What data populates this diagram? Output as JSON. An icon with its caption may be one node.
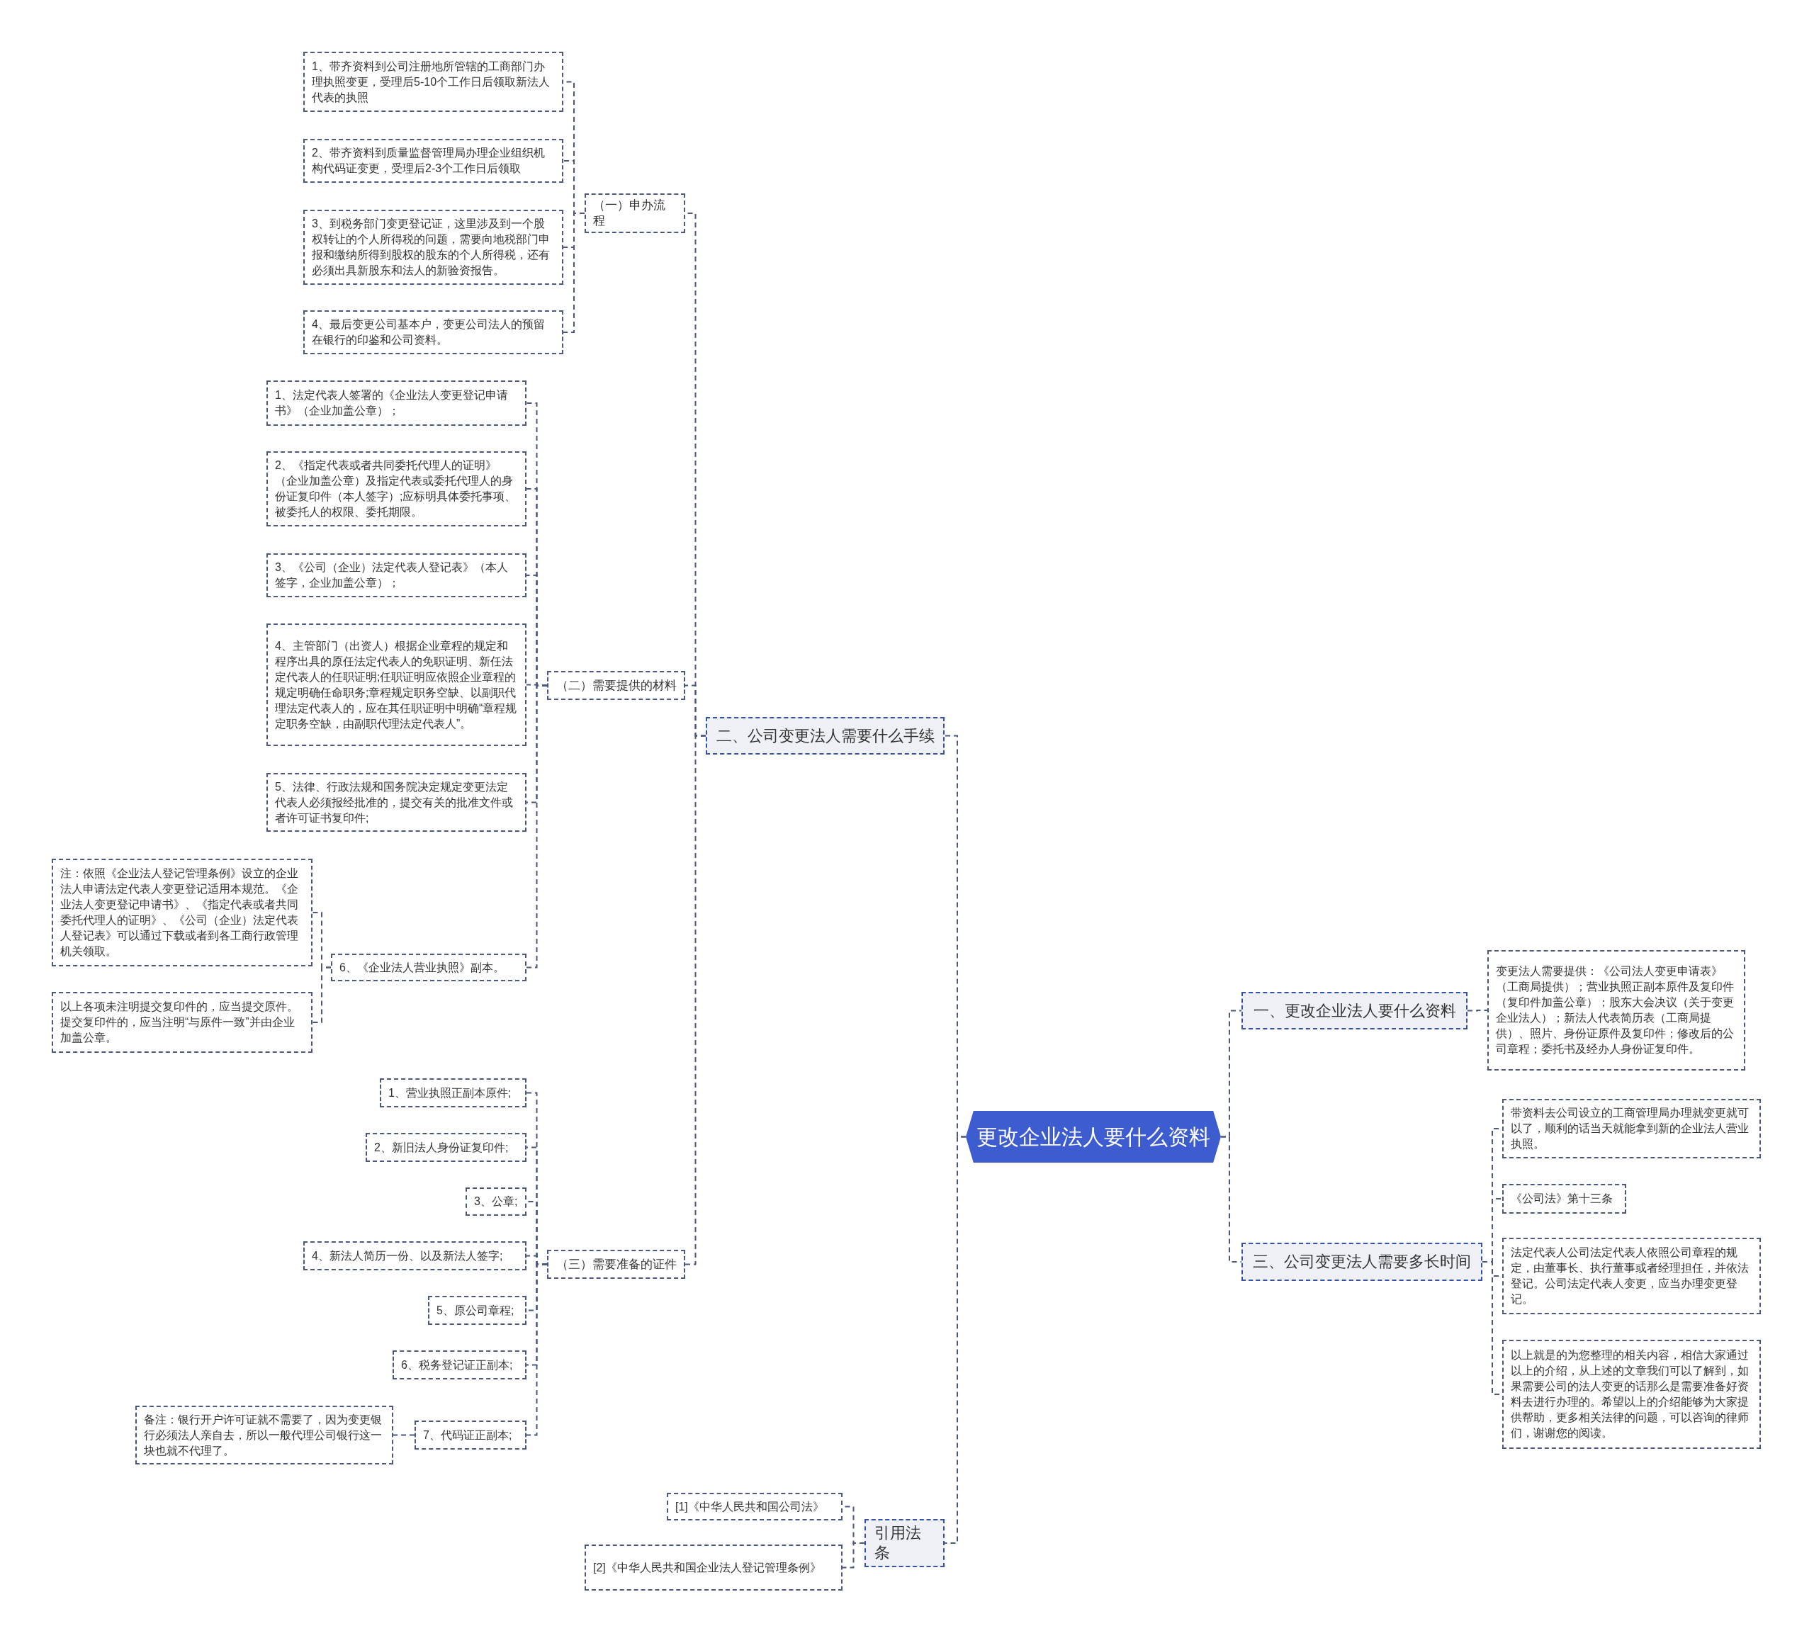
{
  "diagram": {
    "nodes": [
      {
        "text": [
          "更改企业法人要什么资料"
        ]
      },
      {
        "text": [
          "二、公司变更法人需要什么手续"
        ]
      },
      {
        "text": [
          "（一）申办流程"
        ]
      },
      {
        "text": [
          "1、带齐资料到公司注册地所管辖的工商部门办理执照变更，受理后5-10个工作日后领取新法人代表的执照"
        ]
      },
      {
        "text": [
          "2、带齐资料到质量监督管理局办理企业组织机构代码证变更，受理后2-3个工作日后领取"
        ]
      },
      {
        "text": [
          "3、到税务部门变更登记证，这里涉及到一个股权转让的个人所得税的问题，需要向地税部门申报和缴纳所得到股权的股东的个人所得税，还有必须出具新股东和法人的新验资报告。"
        ]
      },
      {
        "text": [
          "4、最后变更公司基本户，变更公司法人的预留在银行的印鉴和公司资料。"
        ]
      },
      {
        "text": [
          "（二）需要提供的材料"
        ]
      },
      {
        "text": [
          "1、法定代表人签署的《企业法人变更登记申请书》（企业加盖公章）；"
        ]
      },
      {
        "text": [
          "2、《指定代表或者共同委托代理人的证明》（企业加盖公章）及指定代表或委托代理人的身份证复印件（本人签字）;应标明具体委托事项、被委托人的权限、委托期限。"
        ]
      },
      {
        "text": [
          "3、《公司（企业）法定代表人登记表》（本人签字，企业加盖公章）；"
        ]
      },
      {
        "text": [
          "4、主管部门（出资人）根据企业章程的规定和程序出具的原任法定代表人的免职证明、新任法定代表人的任职证明;任职证明应依照企业章程的规定明确任命职务;章程规定职务空缺、以副职代理法定代表人的，应在其任职证明中明确“章程规定职务空缺，由副职代理法定代表人”。"
        ]
      },
      {
        "text": [
          "5、法律、行政法规和国务院决定规定变更法定代表人必须报经批准的，提交有关的批准文件或者许可证书复印件;"
        ]
      },
      {
        "text": [
          "6、《企业法人营业执照》副本。"
        ]
      },
      {
        "text": [
          "注：依照《企业法人登记管理条例》设立的企业法人申请法定代表人变更登记适用本规范。《企业法人变更登记申请书》、《指定代表或者共同委托代理人的证明》、《公司（企业）法定代表人登记表》可以通过下载或者到各工商行政管理机关领取。"
        ]
      },
      {
        "text": [
          "以上各项未注明提交复印件的，应当提交原件。提交复印件的，应当注明“与原件一致”并由企业加盖公章。"
        ]
      },
      {
        "text": [
          "（三）需要准备的证件"
        ]
      },
      {
        "text": [
          "1、营业执照正副本原件;"
        ]
      },
      {
        "text": [
          "2、新旧法人身份证复印件;"
        ]
      },
      {
        "text": [
          "3、公章;"
        ]
      },
      {
        "text": [
          "4、新法人简历一份、以及新法人签字;"
        ]
      },
      {
        "text": [
          "5、原公司章程;"
        ]
      },
      {
        "text": [
          "6、税务登记证正副本;"
        ]
      },
      {
        "text": [
          "7、代码证正副本;"
        ]
      },
      {
        "text": [
          "备注：银行开户许可证就不需要了，因为变更银行必须法人亲自去，所以一般代理公司银行这一块也就不代理了。"
        ]
      },
      {
        "text": [
          "引用法条"
        ]
      },
      {
        "text": [
          "[1]《中华人民共和国公司法》"
        ]
      },
      {
        "text": [
          "[2]《中华人民共和国企业法人登记管理条例》"
        ]
      },
      {
        "text": [
          "一、更改企业法人要什么资料"
        ]
      },
      {
        "text": [
          "变更法人需要提供：《公司法人变更申请表》（工商局提供）；营业执照正副本原件及复印件（复印件加盖公章）；股东大会决议（关于变更企业法人）；新法人代表简历表（工商局提供）、照片、身份证原件及复印件；修改后的公司章程；委托书及经办人身份证复印件。"
        ]
      },
      {
        "text": [
          "三、公司变更法人需要多长时间"
        ]
      },
      {
        "text": [
          "带资料去公司设立的工商管理局办理就变更就可以了，顺利的话当天就能拿到新的企业法人营业执照。"
        ]
      },
      {
        "text": [
          "《公司法》第十三条"
        ]
      },
      {
        "text": [
          "法定代表人公司法定代表人依照公司章程的规定，由董事长、执行董事或者经理担任，并依法登记。公司法定代表人变更，应当办理变更登记。"
        ]
      },
      {
        "text": [
          "以上就是的为您整理的相关内容，相信大家通过以上的介绍，从上述的文章我们可以了解到，如果需要公司的法人变更的话那么是需要准备好资料去进行办理的。希望以上的介绍能够为大家提供帮助，更多相关法律的问题，可以咨询的律师们，谢谢您的阅读。"
        ]
      }
    ],
    "edges": [
      {
        "from": 0,
        "to": 1,
        "arrow": "none"
      },
      {
        "from": 0,
        "to": 25,
        "arrow": "none"
      },
      {
        "from": 0,
        "to": 28,
        "arrow": "none"
      },
      {
        "from": 0,
        "to": 30,
        "arrow": "none"
      },
      {
        "from": 1,
        "to": 2,
        "arrow": "none"
      },
      {
        "from": 1,
        "to": 7,
        "arrow": "none"
      },
      {
        "from": 1,
        "to": 16,
        "arrow": "none"
      },
      {
        "from": 2,
        "to": 3,
        "arrow": "none"
      },
      {
        "from": 2,
        "to": 4,
        "arrow": "none"
      },
      {
        "from": 2,
        "to": 5,
        "arrow": "none"
      },
      {
        "from": 2,
        "to": 6,
        "arrow": "none"
      },
      {
        "from": 7,
        "to": 8,
        "arrow": "none"
      },
      {
        "from": 7,
        "to": 9,
        "arrow": "none"
      },
      {
        "from": 7,
        "to": 10,
        "arrow": "none"
      },
      {
        "from": 7,
        "to": 11,
        "arrow": "none"
      },
      {
        "from": 7,
        "to": 12,
        "arrow": "none"
      },
      {
        "from": 7,
        "to": 13,
        "arrow": "none"
      },
      {
        "from": 13,
        "to": 14,
        "arrow": "none"
      },
      {
        "from": 13,
        "to": 15,
        "arrow": "none"
      },
      {
        "from": 16,
        "to": 17,
        "arrow": "none"
      },
      {
        "from": 16,
        "to": 18,
        "arrow": "none"
      },
      {
        "from": 16,
        "to": 19,
        "arrow": "none"
      },
      {
        "from": 16,
        "to": 20,
        "arrow": "none"
      },
      {
        "from": 16,
        "to": 21,
        "arrow": "none"
      },
      {
        "from": 16,
        "to": 22,
        "arrow": "none"
      },
      {
        "from": 16,
        "to": 23,
        "arrow": "none"
      },
      {
        "from": 23,
        "to": 24,
        "arrow": "none"
      },
      {
        "from": 25,
        "to": 26,
        "arrow": "none"
      },
      {
        "from": 25,
        "to": 27,
        "arrow": "none"
      },
      {
        "from": 28,
        "to": 29,
        "arrow": "none"
      },
      {
        "from": 30,
        "to": 31,
        "arrow": "none"
      },
      {
        "from": 30,
        "to": 32,
        "arrow": "none"
      },
      {
        "from": 30,
        "to": 33,
        "arrow": "none"
      },
      {
        "from": 30,
        "to": 34,
        "arrow": "none"
      }
    ]
  }
}
